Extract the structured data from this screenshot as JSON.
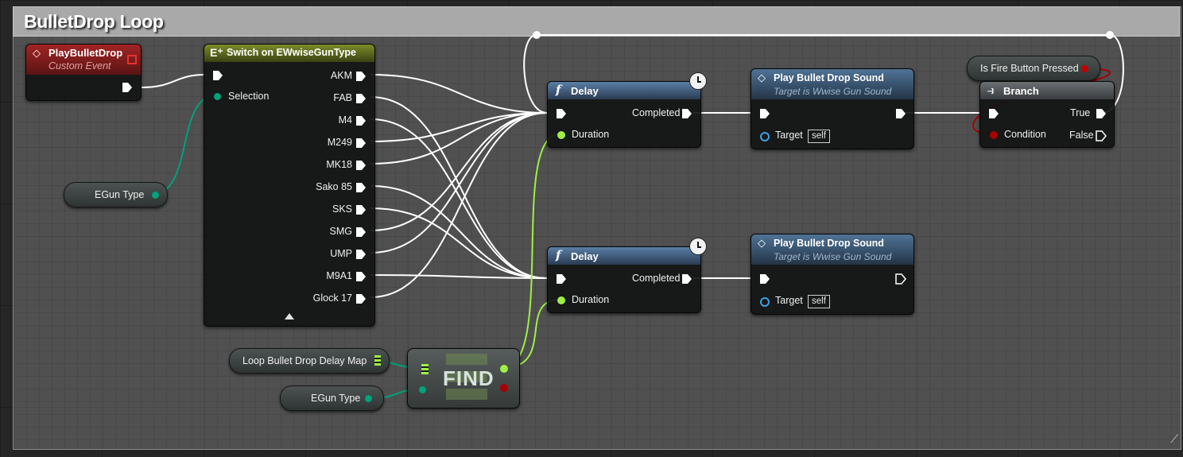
{
  "comment": {
    "title": "BulletDrop Loop"
  },
  "event_node": {
    "title": "PlayBulletDrop",
    "subtitle": "Custom Event"
  },
  "switch_node": {
    "title": "Switch on EWwiseGunType",
    "selection_label": "Selection",
    "cases": [
      "AKM",
      "FAB",
      "M4",
      "M249",
      "MK18",
      "Sako 85",
      "SKS",
      "SMG",
      "UMP",
      "M9A1",
      "Glock 17"
    ]
  },
  "egun_var_1": {
    "label": "EGun Type"
  },
  "egun_var_2": {
    "label": "EGun Type"
  },
  "map_var": {
    "label": "Loop Bullet Drop Delay Map"
  },
  "find_node": {
    "label": "FIND"
  },
  "delay_top": {
    "title": "Delay",
    "completed": "Completed",
    "duration": "Duration"
  },
  "delay_bottom": {
    "title": "Delay",
    "completed": "Completed",
    "duration": "Duration"
  },
  "sound_top": {
    "title": "Play Bullet Drop Sound",
    "subtitle": "Target is Wwise Gun Sound",
    "target": "Target",
    "target_value": "self"
  },
  "sound_bottom": {
    "title": "Play Bullet Drop Sound",
    "subtitle": "Target is Wwise Gun Sound",
    "target": "Target",
    "target_value": "self"
  },
  "fire_var": {
    "label": "Is Fire Button Pressed"
  },
  "branch_node": {
    "title": "Branch",
    "condition": "Condition",
    "true_label": "True",
    "false_label": "False"
  },
  "colors": {
    "exec_wire": "#ffffff",
    "enum_wire": "#00a27a",
    "float_wire": "#9df044",
    "bool_wire": "#a80000",
    "event_header": "#8c1b1b",
    "switch_header": "#5c6a20",
    "function_header": "#3d5a78"
  }
}
